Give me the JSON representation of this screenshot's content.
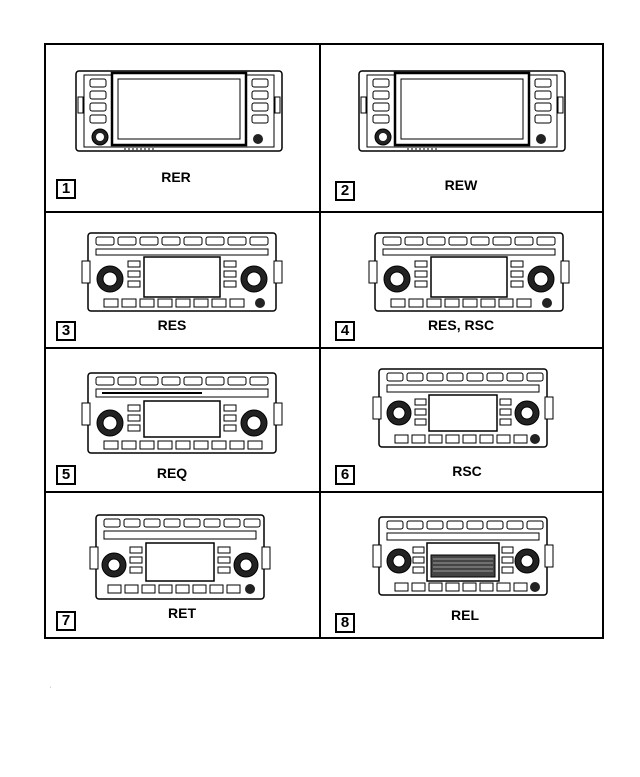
{
  "items": [
    {
      "number": "1",
      "label": "RER"
    },
    {
      "number": "2",
      "label": "REW"
    },
    {
      "number": "3",
      "label": "RES"
    },
    {
      "number": "4",
      "label": "RES, RSC"
    },
    {
      "number": "5",
      "label": "REQ"
    },
    {
      "number": "6",
      "label": "RSC"
    },
    {
      "number": "7",
      "label": "RET"
    },
    {
      "number": "8",
      "label": "REL"
    }
  ]
}
